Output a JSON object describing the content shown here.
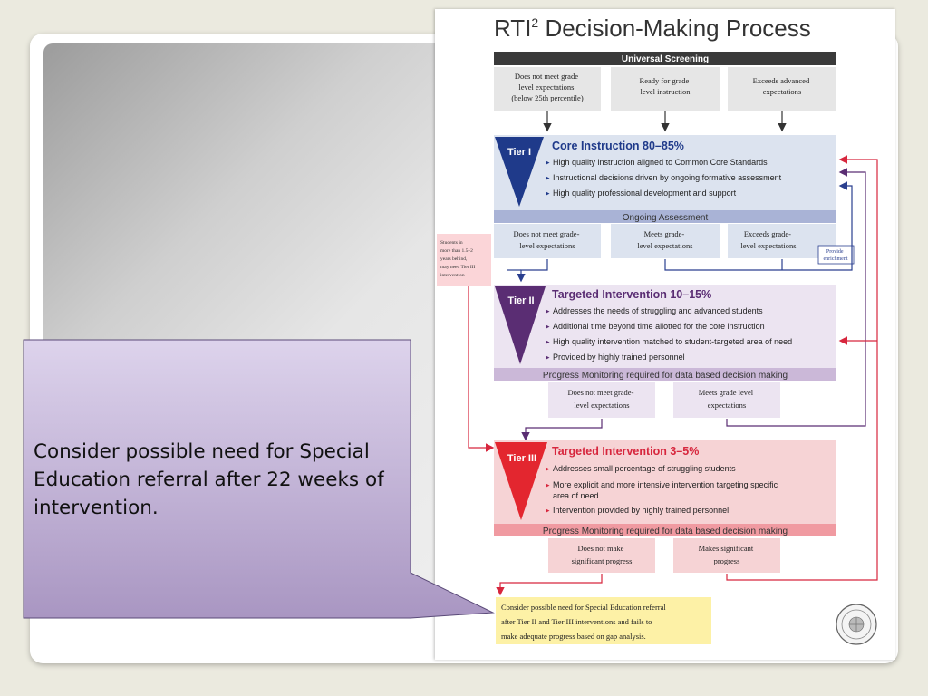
{
  "callout": {
    "text": "Consider possible need for Special Education referral after 22 weeks of intervention."
  },
  "poster": {
    "title": "RTI",
    "title_sup": "2",
    "title_rest": " Decision-Making Process",
    "universal_screening": "Universal Screening",
    "screen_boxes": [
      [
        "Does not meet grade",
        "level expectations",
        "(below 25th percentile)"
      ],
      [
        "Ready for grade",
        "level instruction"
      ],
      [
        "Exceeds advanced",
        "expectations"
      ]
    ],
    "tier1": {
      "label": "Tier I",
      "heading": "Core Instruction 80–85%",
      "bullets": [
        "High quality instruction aligned to Common Core Standards",
        "Instructional decisions driven by ongoing formative assessment",
        "High quality professional development and support"
      ],
      "band": "Ongoing Assessment",
      "outcomes": [
        [
          "Does not meet grade-",
          "level expectations"
        ],
        [
          "Meets grade-",
          "level expectations"
        ],
        [
          "Exceeds grade-",
          "level expectations"
        ]
      ],
      "enrichment": [
        "Provide",
        "enrichment"
      ]
    },
    "side_note": [
      "Students in",
      "more than 1.5–2",
      "years behind,",
      "may need Tier III",
      "intervention"
    ],
    "tier2": {
      "label": "Tier II",
      "heading": "Targeted Intervention 10–15%",
      "bullets": [
        "Addresses the needs of struggling and advanced students",
        "Additional time beyond time allotted for the core instruction",
        "High quality intervention matched to student-targeted area of need",
        "Provided by highly trained personnel"
      ],
      "band": "Progress Monitoring required for data based decision making",
      "outcomes": [
        [
          "Does not meet grade-",
          "level expectations"
        ],
        [
          "Meets grade level",
          "expectations"
        ]
      ]
    },
    "tier3": {
      "label": "Tier III",
      "heading": "Targeted Intervention 3–5%",
      "bullets": [
        "Addresses small percentage of struggling students",
        "More explicit and more intensive intervention targeting specific",
        "area of need",
        "Intervention provided by highly trained personnel"
      ],
      "band": "Progress Monitoring required for data based decision making",
      "outcomes": [
        [
          "Does not make",
          "significant progress"
        ],
        [
          "Makes significant",
          "progress"
        ]
      ]
    },
    "final_box": [
      "Consider possible need for Special Education referral",
      "after Tier II and Tier III interventions and fails to",
      "make adequate progress based on gap analysis."
    ]
  }
}
